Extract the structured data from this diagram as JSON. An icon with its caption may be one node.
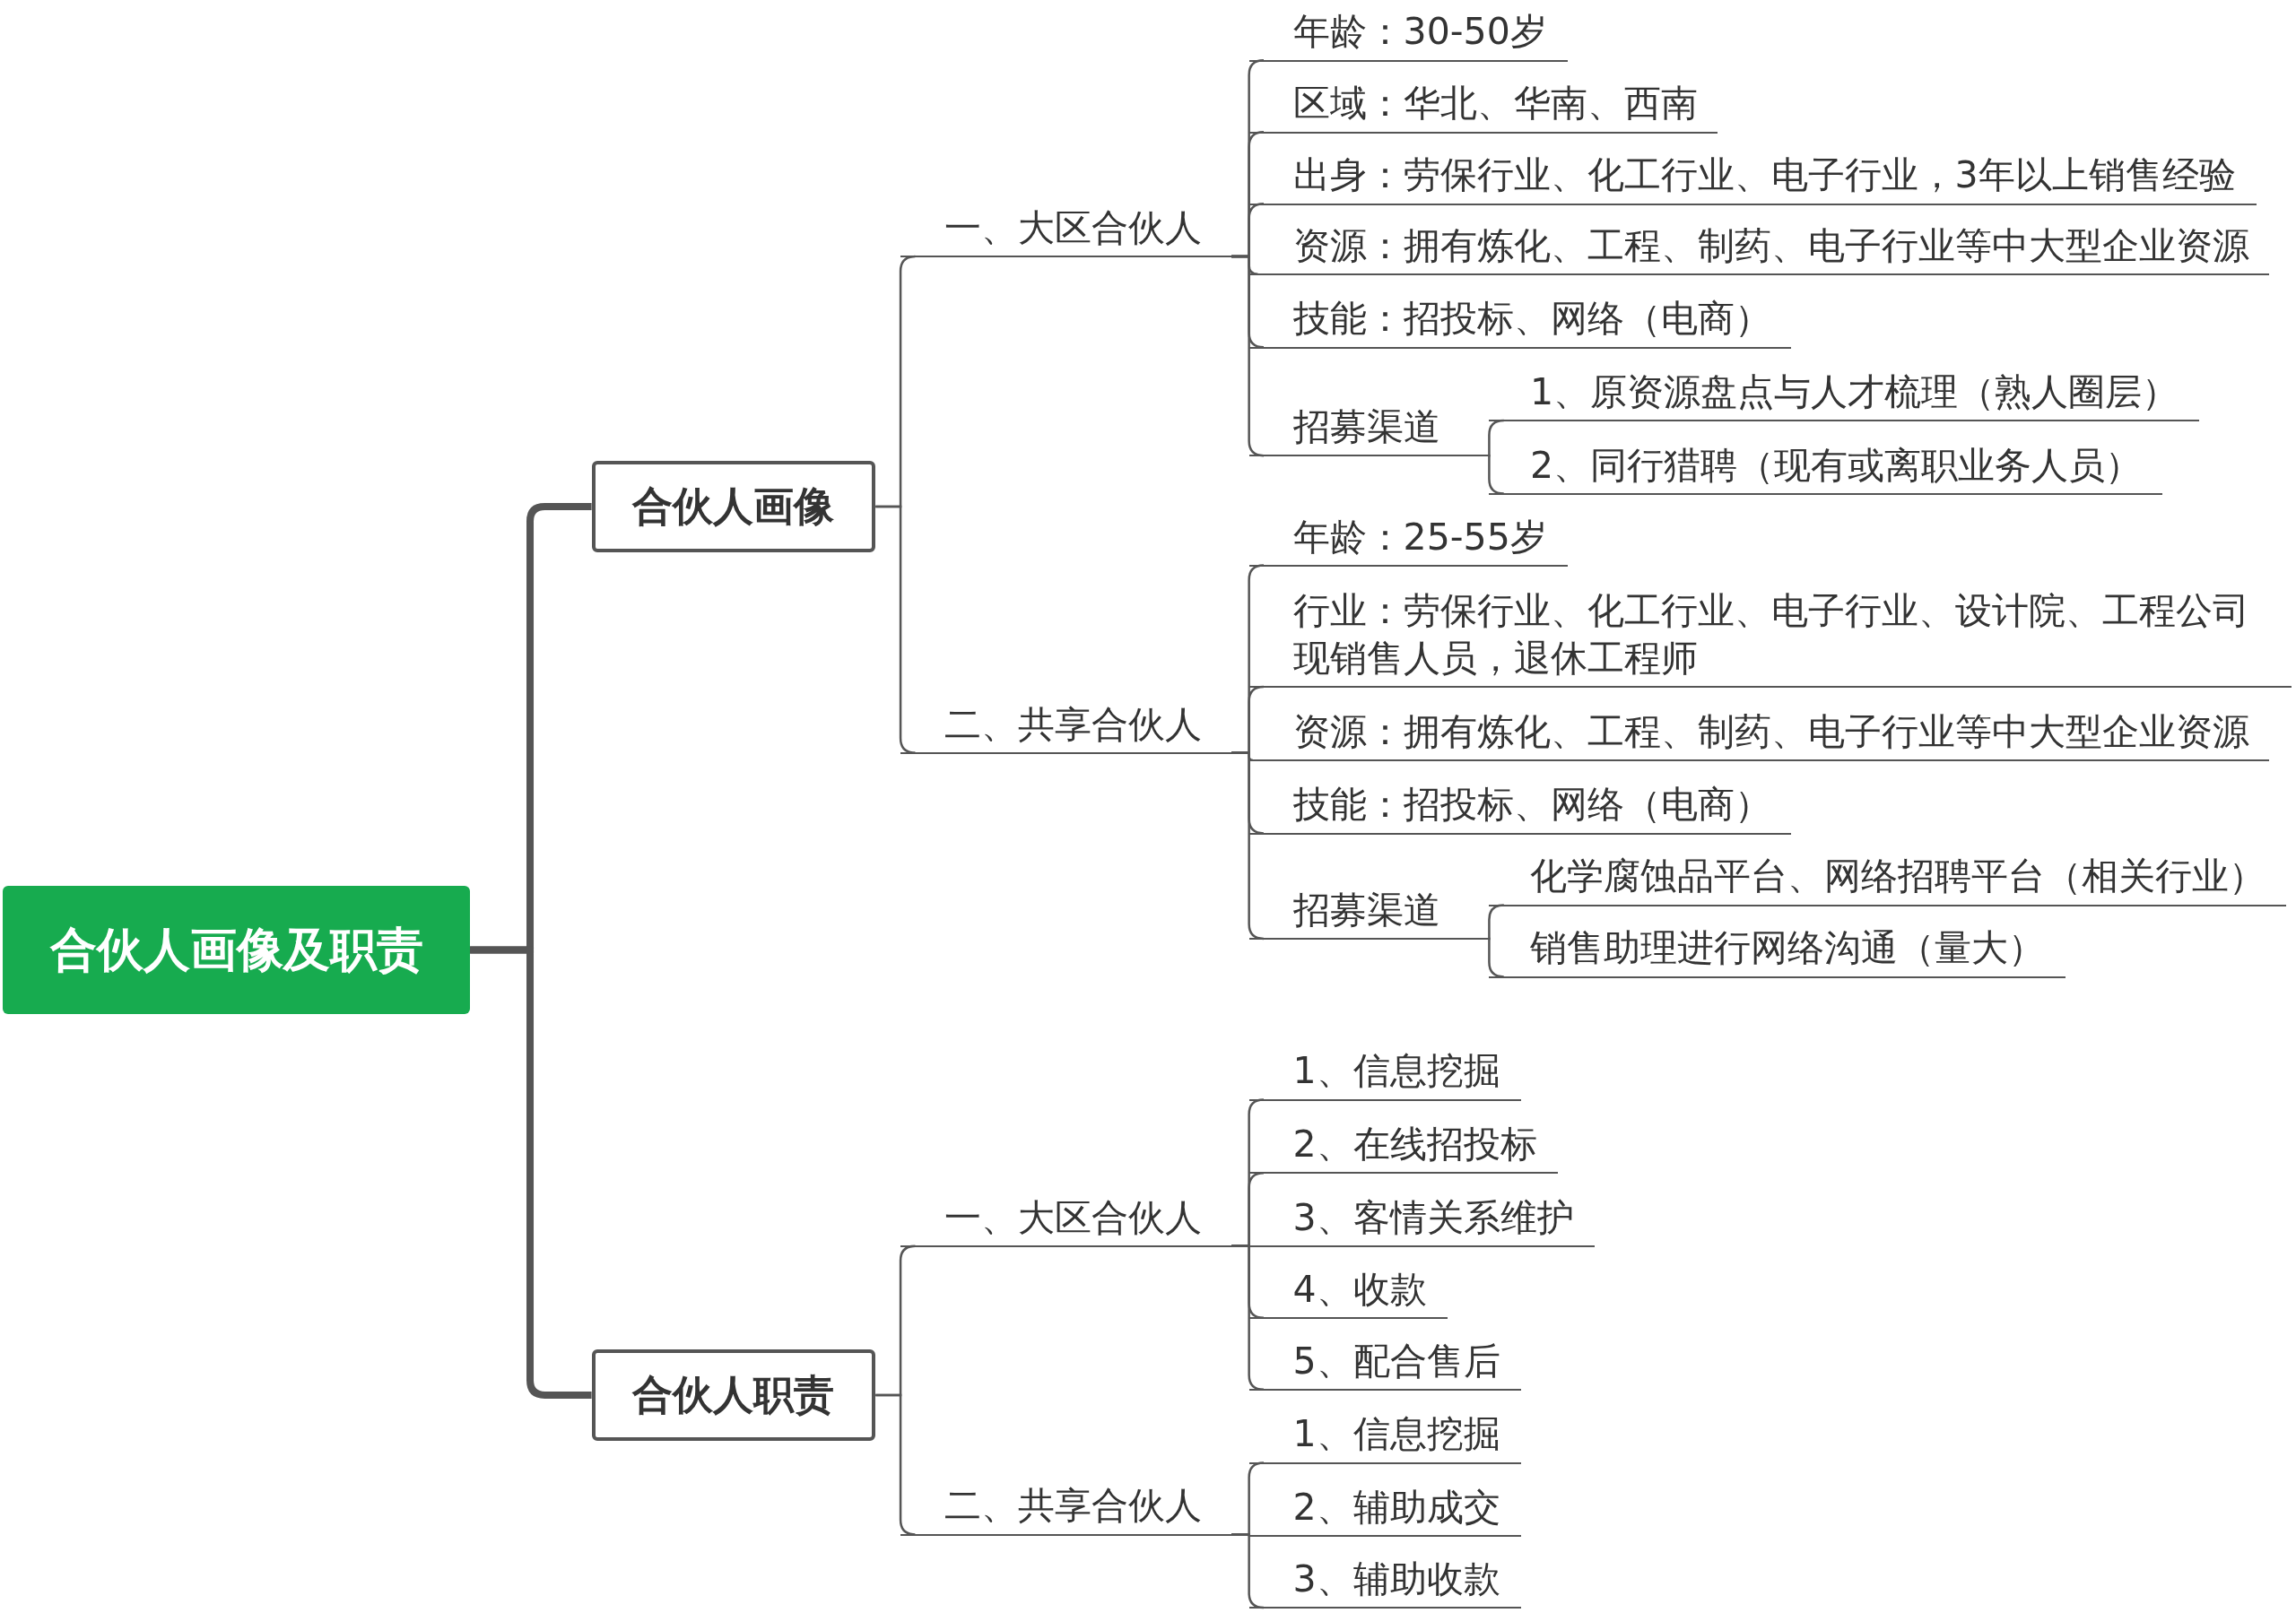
{
  "diagram": {
    "nodes": [
      {
        "text": [
          "合伙人画像及职责"
        ]
      },
      {
        "text": [
          "合伙人画像"
        ]
      },
      {
        "text": [
          "一、大区合伙人"
        ]
      },
      {
        "text": [
          "年龄：30-50岁"
        ]
      },
      {
        "text": [
          "区域：华北、华南、西南"
        ]
      },
      {
        "text": [
          "出身：劳保行业、化工行业、电子行业，3年以上销售经验"
        ]
      },
      {
        "text": [
          "资源：拥有炼化、工程、制药、电子行业等中大型企业资源"
        ]
      },
      {
        "text": [
          "技能：招投标、网络（电商）"
        ]
      },
      {
        "text": [
          "招募渠道"
        ]
      },
      {
        "text": [
          "1、原资源盘点与人才梳理（熟人圈层）"
        ]
      },
      {
        "text": [
          "2、同行猎聘（现有或离职业务人员）"
        ]
      },
      {
        "text": [
          "二、共享合伙人"
        ]
      },
      {
        "text": [
          "年龄：25-55岁"
        ]
      },
      {
        "text": [
          "行业：劳保行业、化工行业、电子行业、设计院、工程公司现销售人员，退休工程师"
        ]
      },
      {
        "text": [
          "资源：拥有炼化、工程、制药、电子行业等中大型企业资源"
        ]
      },
      {
        "text": [
          "技能：招投标、网络（电商）"
        ]
      },
      {
        "text": [
          "招募渠道"
        ]
      },
      {
        "text": [
          "化学腐蚀品平台、网络招聘平台（相关行业）"
        ]
      },
      {
        "text": [
          "销售助理进行网络沟通（量大）"
        ]
      },
      {
        "text": [
          "合伙人职责"
        ]
      },
      {
        "text": [
          "一、大区合伙人"
        ]
      },
      {
        "text": [
          "1、信息挖掘"
        ]
      },
      {
        "text": [
          "2、在线招投标"
        ]
      },
      {
        "text": [
          "3、客情关系维护"
        ]
      },
      {
        "text": [
          "4、收款"
        ]
      },
      {
        "text": [
          "5、配合售后"
        ]
      },
      {
        "text": [
          "二、共享合伙人"
        ]
      },
      {
        "text": [
          "1、信息挖掘"
        ]
      },
      {
        "text": [
          "2、辅助成交"
        ]
      },
      {
        "text": [
          "3、辅助收款"
        ]
      }
    ],
    "edges": [
      {
        "from": 0,
        "to": 1,
        "arrow": "none",
        "style": "thick"
      },
      {
        "from": 0,
        "to": 19,
        "arrow": "none",
        "style": "thick"
      },
      {
        "from": 1,
        "to": 2,
        "arrow": "none"
      },
      {
        "from": 1,
        "to": 11,
        "arrow": "none"
      },
      {
        "from": 2,
        "to": 3,
        "arrow": "none"
      },
      {
        "from": 2,
        "to": 4,
        "arrow": "none"
      },
      {
        "from": 2,
        "to": 5,
        "arrow": "none"
      },
      {
        "from": 2,
        "to": 6,
        "arrow": "none"
      },
      {
        "from": 2,
        "to": 7,
        "arrow": "none"
      },
      {
        "from": 2,
        "to": 8,
        "arrow": "none"
      },
      {
        "from": 8,
        "to": 9,
        "arrow": "none"
      },
      {
        "from": 8,
        "to": 10,
        "arrow": "none"
      },
      {
        "from": 11,
        "to": 12,
        "arrow": "none"
      },
      {
        "from": 11,
        "to": 13,
        "arrow": "none"
      },
      {
        "from": 11,
        "to": 14,
        "arrow": "none"
      },
      {
        "from": 11,
        "to": 15,
        "arrow": "none"
      },
      {
        "from": 11,
        "to": 16,
        "arrow": "none"
      },
      {
        "from": 16,
        "to": 17,
        "arrow": "none"
      },
      {
        "from": 16,
        "to": 18,
        "arrow": "none"
      },
      {
        "from": 19,
        "to": 20,
        "arrow": "none"
      },
      {
        "from": 19,
        "to": 26,
        "arrow": "none"
      },
      {
        "from": 20,
        "to": 21,
        "arrow": "none"
      },
      {
        "from": 20,
        "to": 22,
        "arrow": "none"
      },
      {
        "from": 20,
        "to": 23,
        "arrow": "none"
      },
      {
        "from": 20,
        "to": 24,
        "arrow": "none"
      },
      {
        "from": 20,
        "to": 25,
        "arrow": "none"
      },
      {
        "from": 26,
        "to": 27,
        "arrow": "none"
      },
      {
        "from": 26,
        "to": 28,
        "arrow": "none"
      },
      {
        "from": 26,
        "to": 29,
        "arrow": "none"
      }
    ]
  }
}
